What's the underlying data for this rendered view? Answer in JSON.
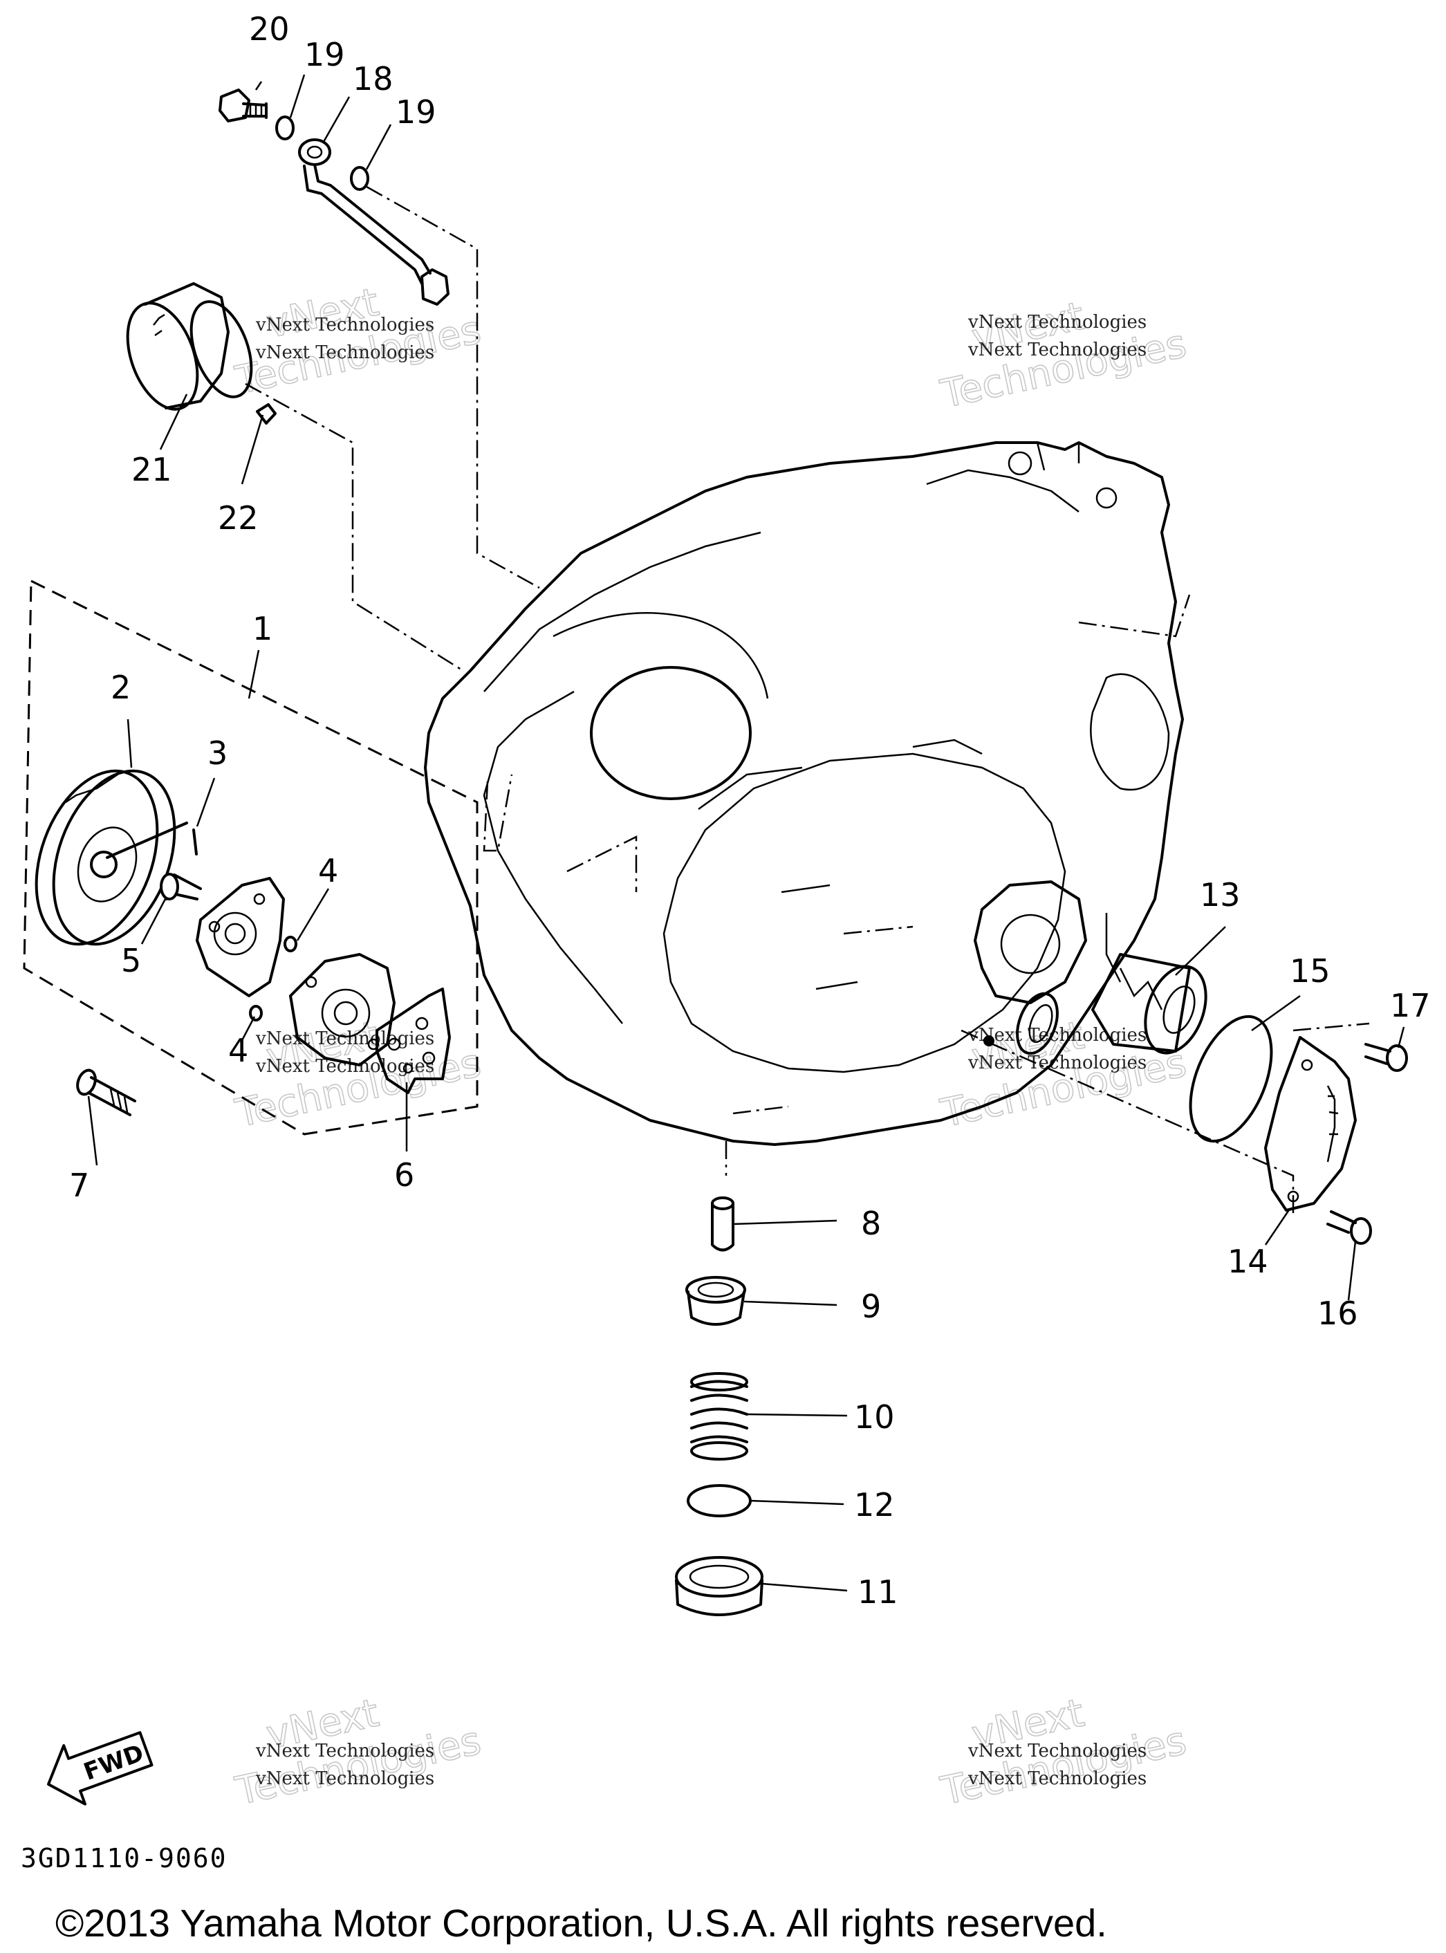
{
  "diagram": {
    "drawing_code": "3GD1110-9060",
    "copyright": "©2013 Yamaha Motor Corporation, U.S.A. All rights reserved.",
    "fwd_label": "FWD",
    "watermark": {
      "brand": "vNext",
      "brand2": "Technologies",
      "caption": "vNext Technologies"
    },
    "callouts": {
      "c1": "1",
      "c2": "2",
      "c3": "3",
      "c4a": "4",
      "c4b": "4",
      "c5": "5",
      "c6": "6",
      "c7": "7",
      "c8": "8",
      "c9": "9",
      "c10": "10",
      "c11": "11",
      "c12": "12",
      "c13": "13",
      "c14": "14",
      "c15": "15",
      "c16": "16",
      "c17": "17",
      "c18": "18",
      "c19a": "19",
      "c19b": "19",
      "c20": "20",
      "c21": "21",
      "c22": "22"
    }
  }
}
